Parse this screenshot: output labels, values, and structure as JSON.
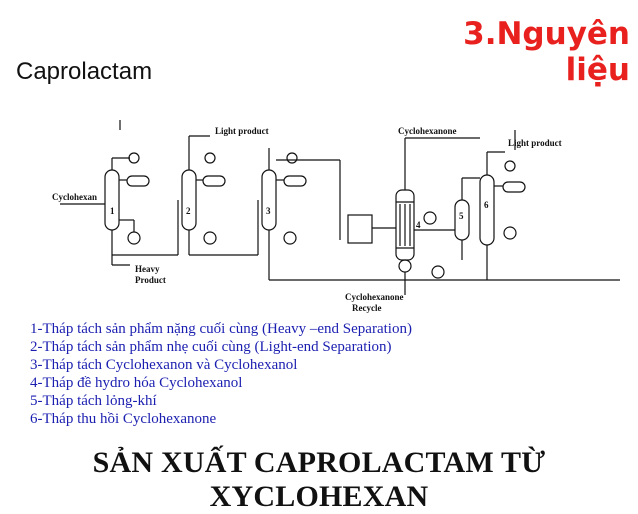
{
  "header": {
    "title": "3.Nguyên liệu",
    "subtitle": "Caprolactam"
  },
  "diagram": {
    "labels": {
      "light_product_top": "Light product",
      "cyclohexanone_top": "Cyclohexanone",
      "light_product_right": "Light product",
      "feed": "Cyclohexan",
      "heavy_line1": "Heavy",
      "heavy_line2": "Product",
      "recycle_line1": "Cyclohexanone",
      "recycle_line2": "Recycle"
    },
    "units": [
      "1",
      "2",
      "3",
      "4",
      "5",
      "6"
    ]
  },
  "legend": [
    "1-Tháp tách sản phẩm nặng cuối cùng (Heavy –end Separation)",
    "2-Tháp tách sản phẩm nhẹ cuối cùng (Light-end Separation)",
    "3-Tháp tách Cyclohexanon và Cyclohexanol",
    "4-Tháp đề hydro hóa Cyclohexanol",
    "5-Tháp tách lỏng-khí",
    "6-Tháp thu hồi Cyclohexanone"
  ],
  "footer": {
    "text": "SẢN XUẤT CAPROLACTAM TỪ XYCLOHEXAN"
  }
}
